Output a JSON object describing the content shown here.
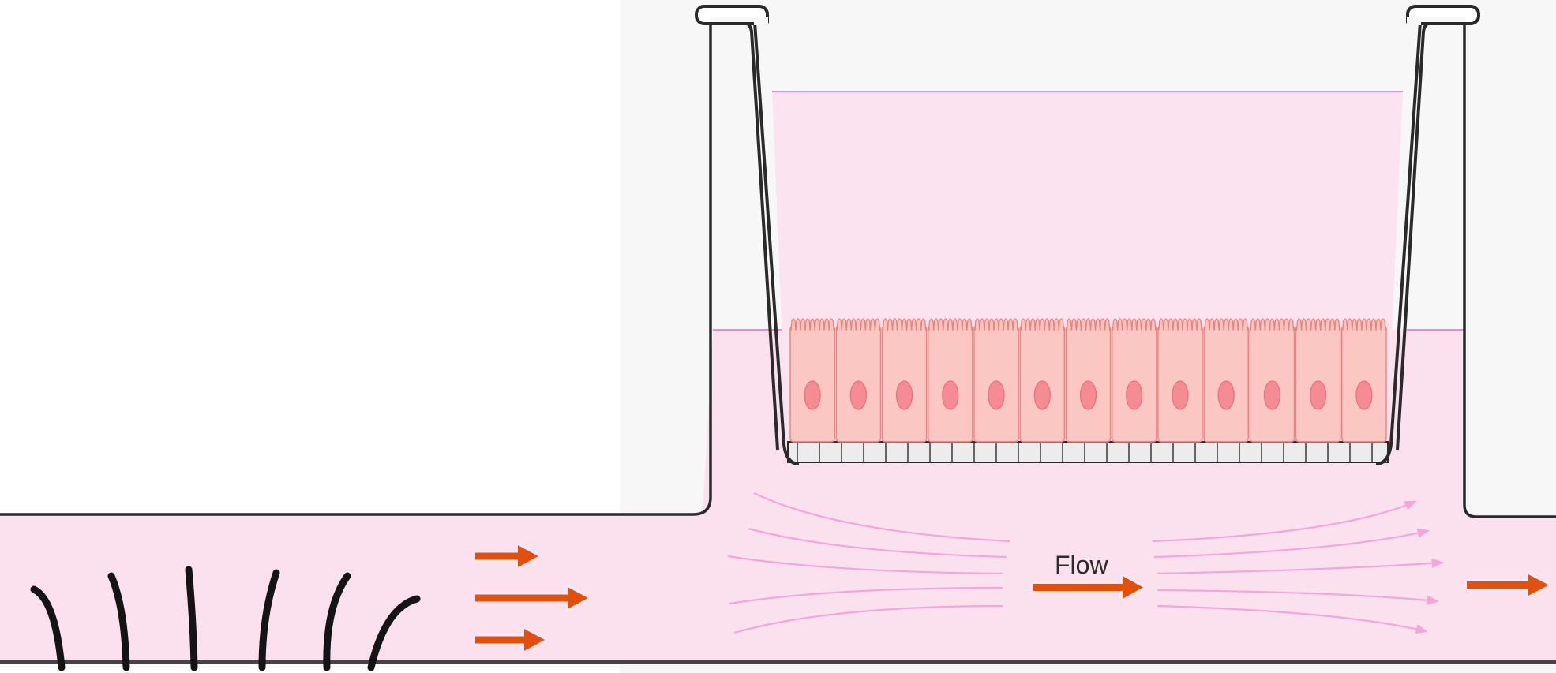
{
  "diagram": {
    "flow_label": "Flow",
    "cell_count": 13,
    "cilia_count": 6,
    "left_arrow_count": 3,
    "streamline_count": 5
  },
  "colors": {
    "medium": "#fbe1ee",
    "medium_line": "#e88ccb",
    "insert_outline": "#2a2a2a",
    "cell_fill": "#fcc6c0",
    "cell_outline": "#ee7f7b",
    "nucleus": "#f58c93",
    "flow_arrow": "#e3500f",
    "streamline": "#f3a6da",
    "cilia": "#141414",
    "background_right": "#f7f7f7"
  }
}
